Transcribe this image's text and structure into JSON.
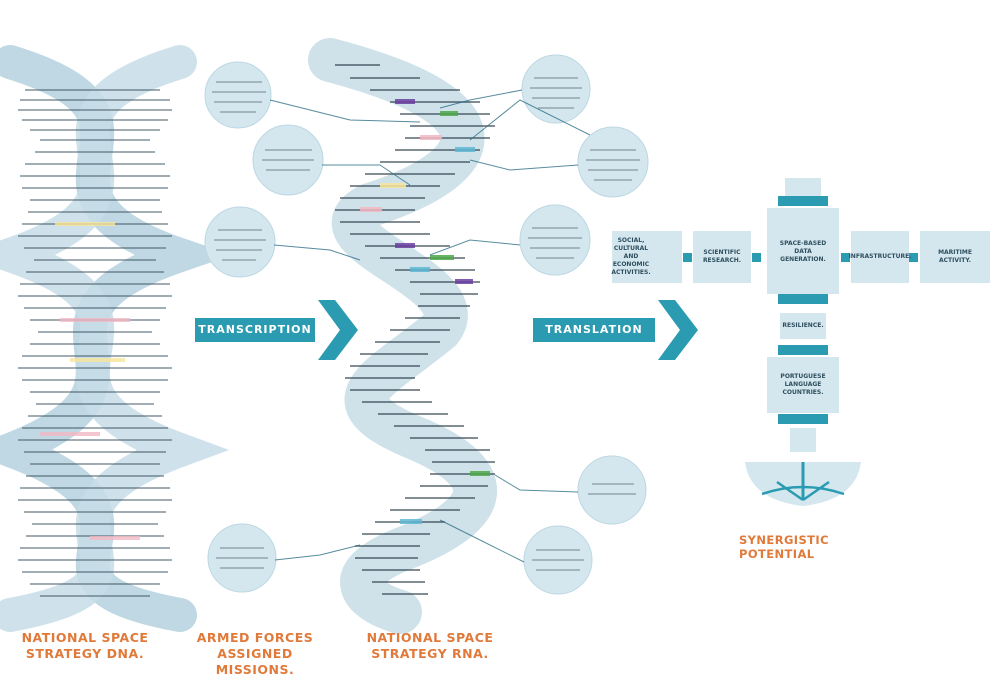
{
  "captions": {
    "dna": "NATIONAL SPACE STRATEGY DNA.",
    "missions": "ARMED FORCES ASSIGNED MISSIONS.",
    "rna": "NATIONAL SPACE STRATEGY RNA."
  },
  "arrows": {
    "transcription": "TRANSCRIPTION",
    "translation": "TRANSLATION"
  },
  "satellite": {
    "left_boxes": [
      "SOCIAL, CULTURAL AND ECONOMIC ACTIVITIES.",
      "SCIENTIFIC RESEARCH."
    ],
    "core": "SPACE-BASED DATA GENERATION.",
    "right_boxes": [
      "INFRASTRUCTURE.",
      "MARITIME ACTIVITY."
    ],
    "lower_boxes": [
      "RESILIENCE.",
      "PORTUGUESE LANGUAGE COUNTRIES."
    ],
    "output": "SYNERGISTIC POTENTIAL"
  },
  "colors": {
    "orange": "#e07a3a",
    "teal": "#2a9bb1",
    "bubble": "#d4e7ef",
    "strand": "#9cc3d3",
    "text_dark": "#2f4f5f"
  }
}
